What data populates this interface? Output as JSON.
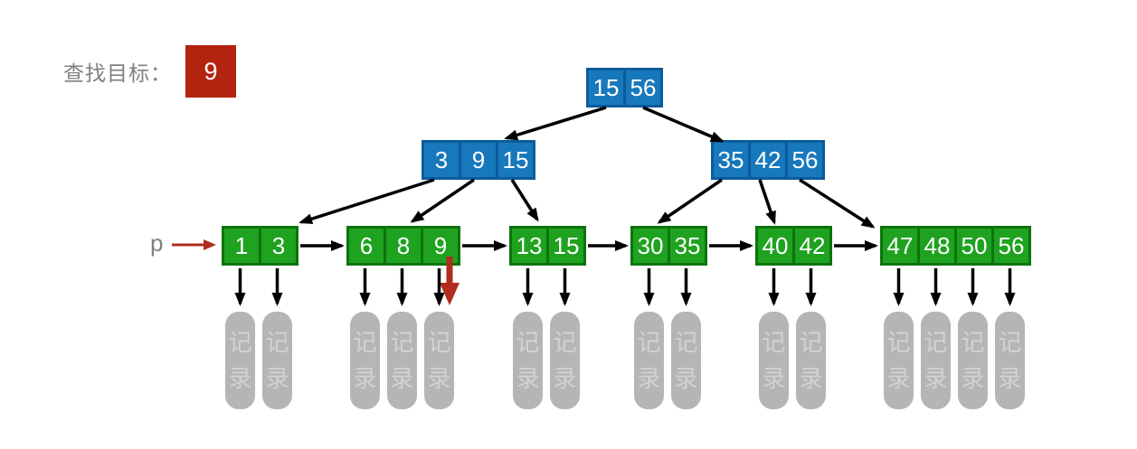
{
  "header": {
    "label": "查找目标：",
    "target": "9"
  },
  "pointer_label": "p",
  "record_label": "记录",
  "tree": {
    "root": {
      "values": [
        "15",
        "56"
      ]
    },
    "internal": [
      {
        "values": [
          "3",
          "9",
          "15"
        ]
      },
      {
        "values": [
          "35",
          "42",
          "56"
        ]
      }
    ],
    "leaves": [
      {
        "values": [
          "1",
          "3"
        ]
      },
      {
        "values": [
          "6",
          "8",
          "9"
        ]
      },
      {
        "values": [
          "13",
          "15"
        ]
      },
      {
        "values": [
          "30",
          "35"
        ]
      },
      {
        "values": [
          "40",
          "42"
        ]
      },
      {
        "values": [
          "47",
          "48",
          "50",
          "56"
        ]
      }
    ]
  },
  "colors": {
    "internal_fill": "#1878bc",
    "internal_border": "#0b5c9d",
    "leaf_fill": "#1fa21f",
    "leaf_border": "#0d730d",
    "target_box": "#b32410",
    "highlight_arrow": "#b02c1e",
    "record_fill": "#b5b5b5",
    "record_text": "#d2d2d2",
    "arrow": "#000000"
  }
}
